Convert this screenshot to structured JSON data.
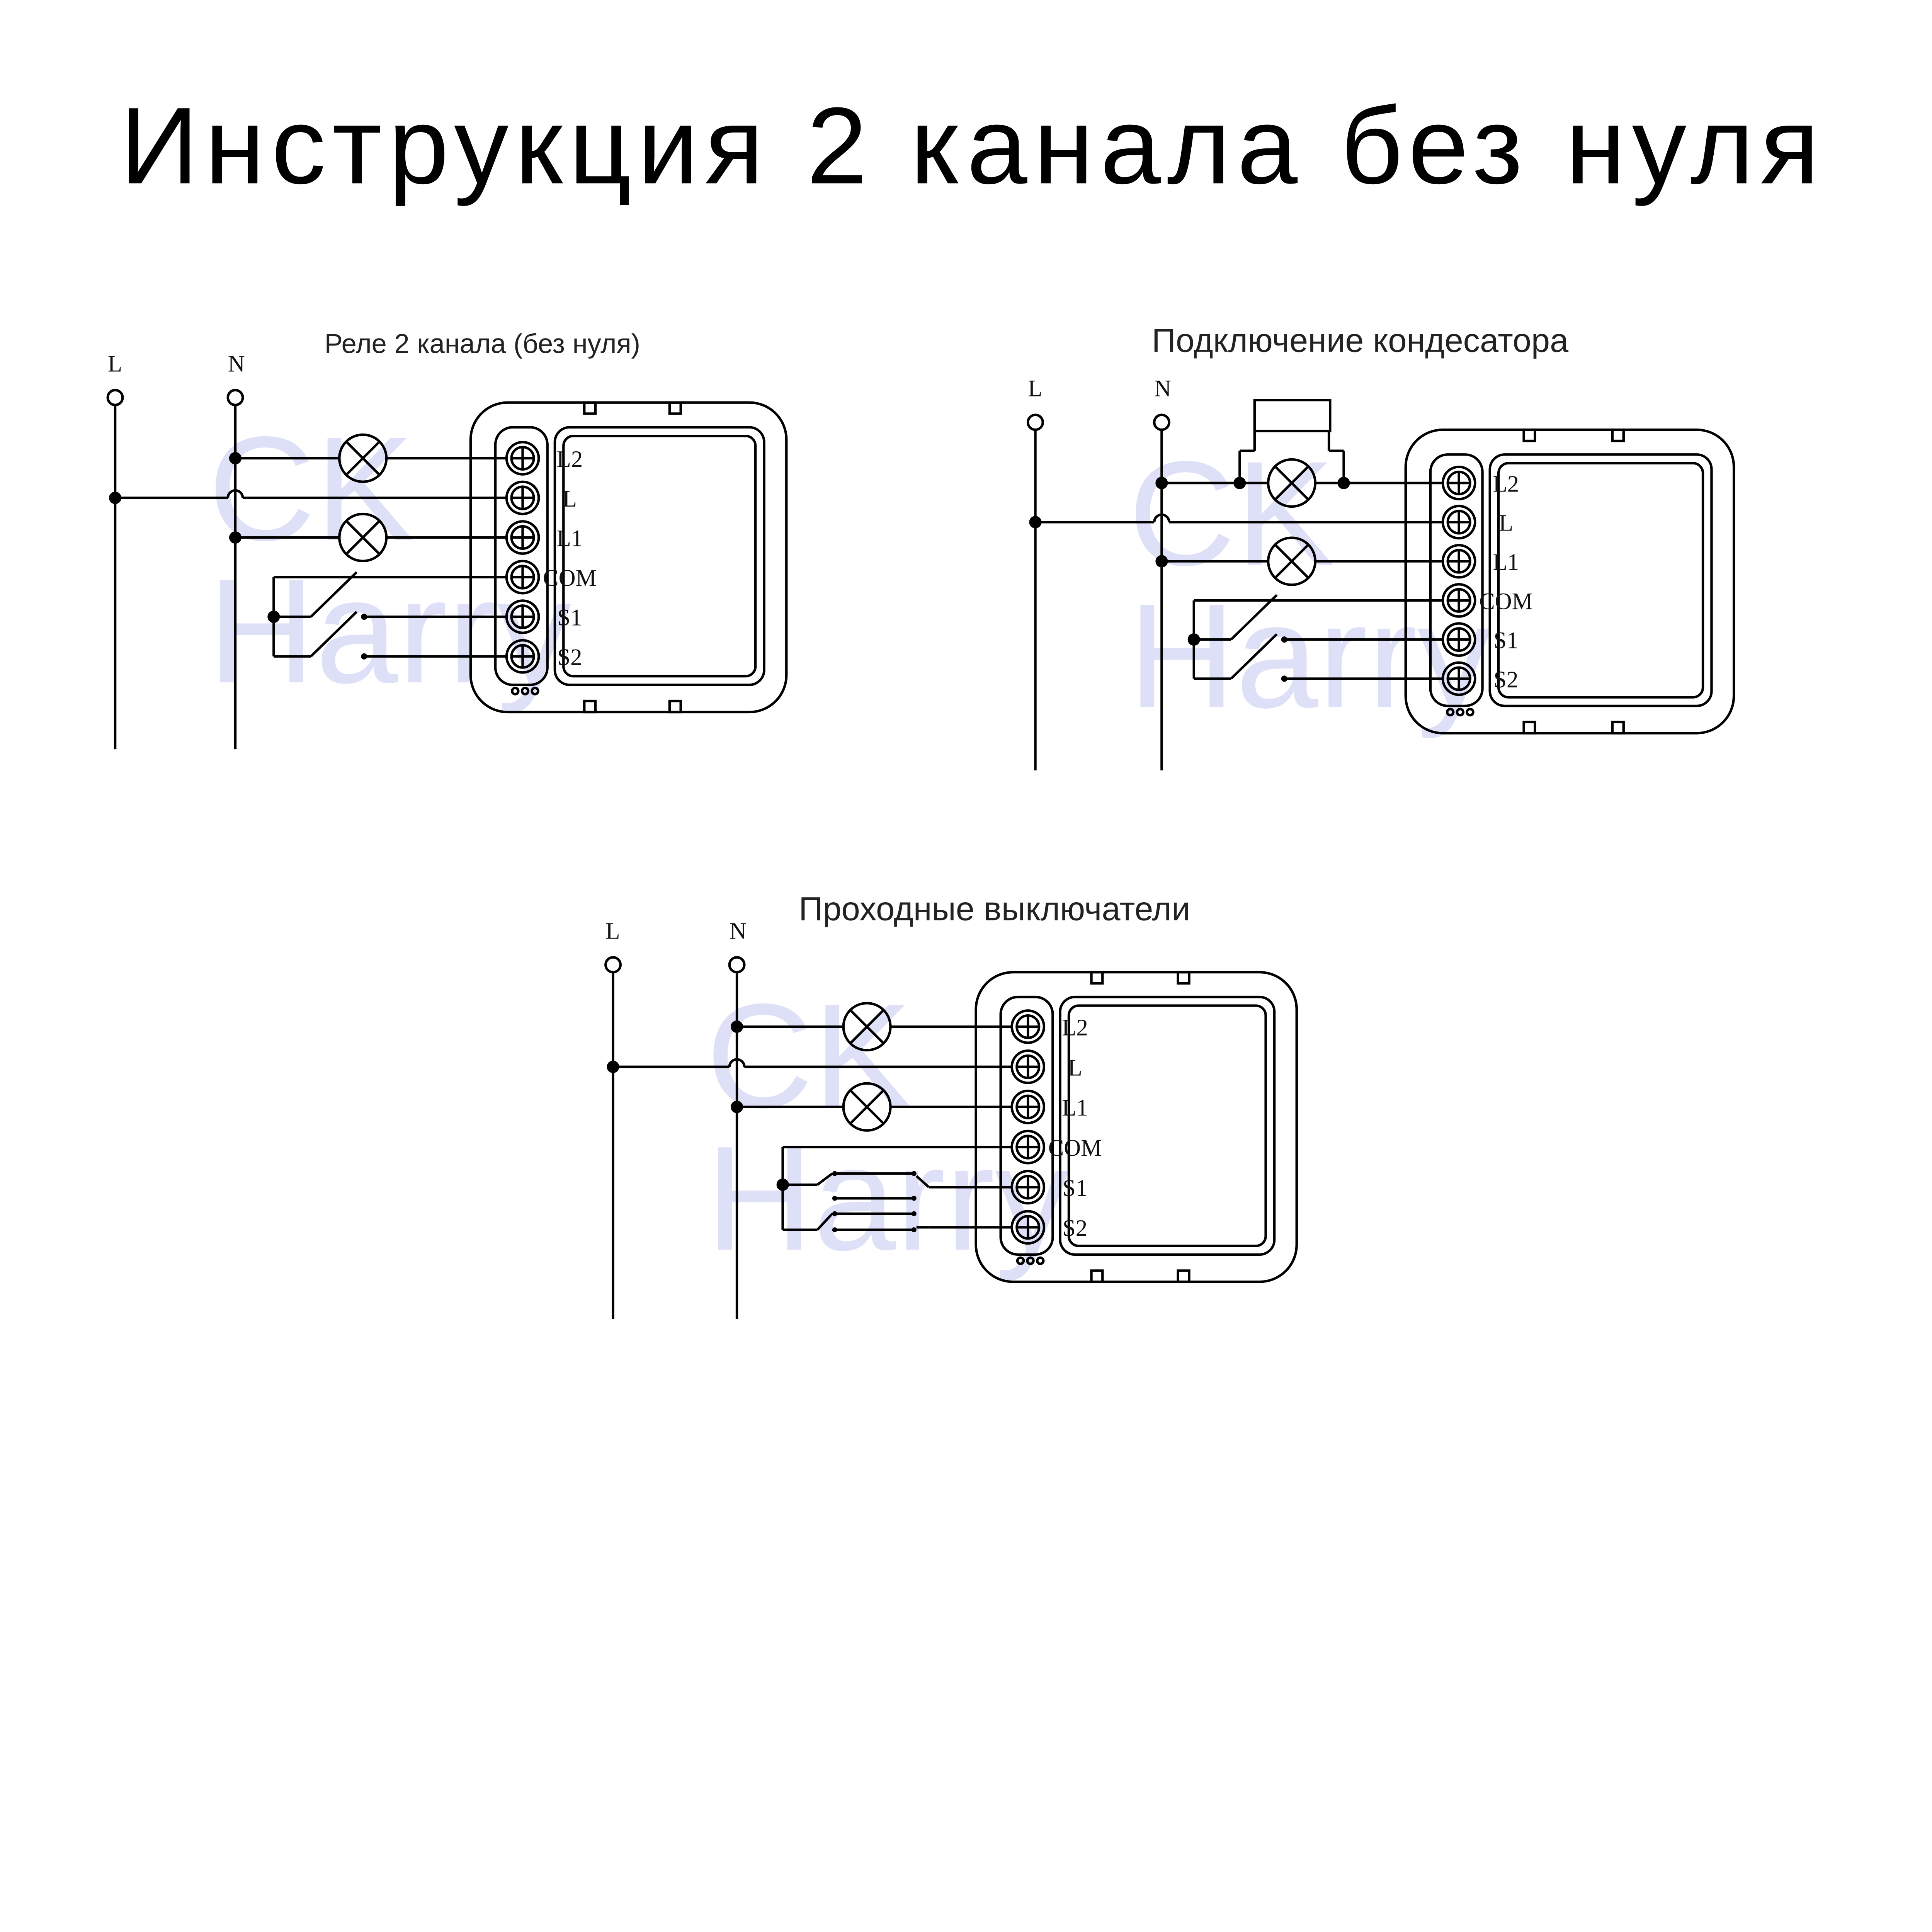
{
  "title": "Инструкция 2 канала без нуля",
  "watermark": {
    "line1": "CK",
    "line2": "Harry"
  },
  "diagrams": [
    {
      "title": "Реле 2 канала (без нуля)",
      "line_l": "L",
      "line_n": "N",
      "terminals": [
        "L2",
        "L",
        "L1",
        "COM",
        "S1",
        "S2"
      ],
      "variant": "basic"
    },
    {
      "title": "Подключение кондесатора",
      "line_l": "L",
      "line_n": "N",
      "terminals": [
        "L2",
        "L",
        "L1",
        "COM",
        "S1",
        "S2"
      ],
      "variant": "capacitor"
    },
    {
      "title": "Проходные выключатели",
      "line_l": "L",
      "line_n": "N",
      "terminals": [
        "L2",
        "L",
        "L1",
        "COM",
        "S1",
        "S2"
      ],
      "variant": "two-way"
    }
  ]
}
